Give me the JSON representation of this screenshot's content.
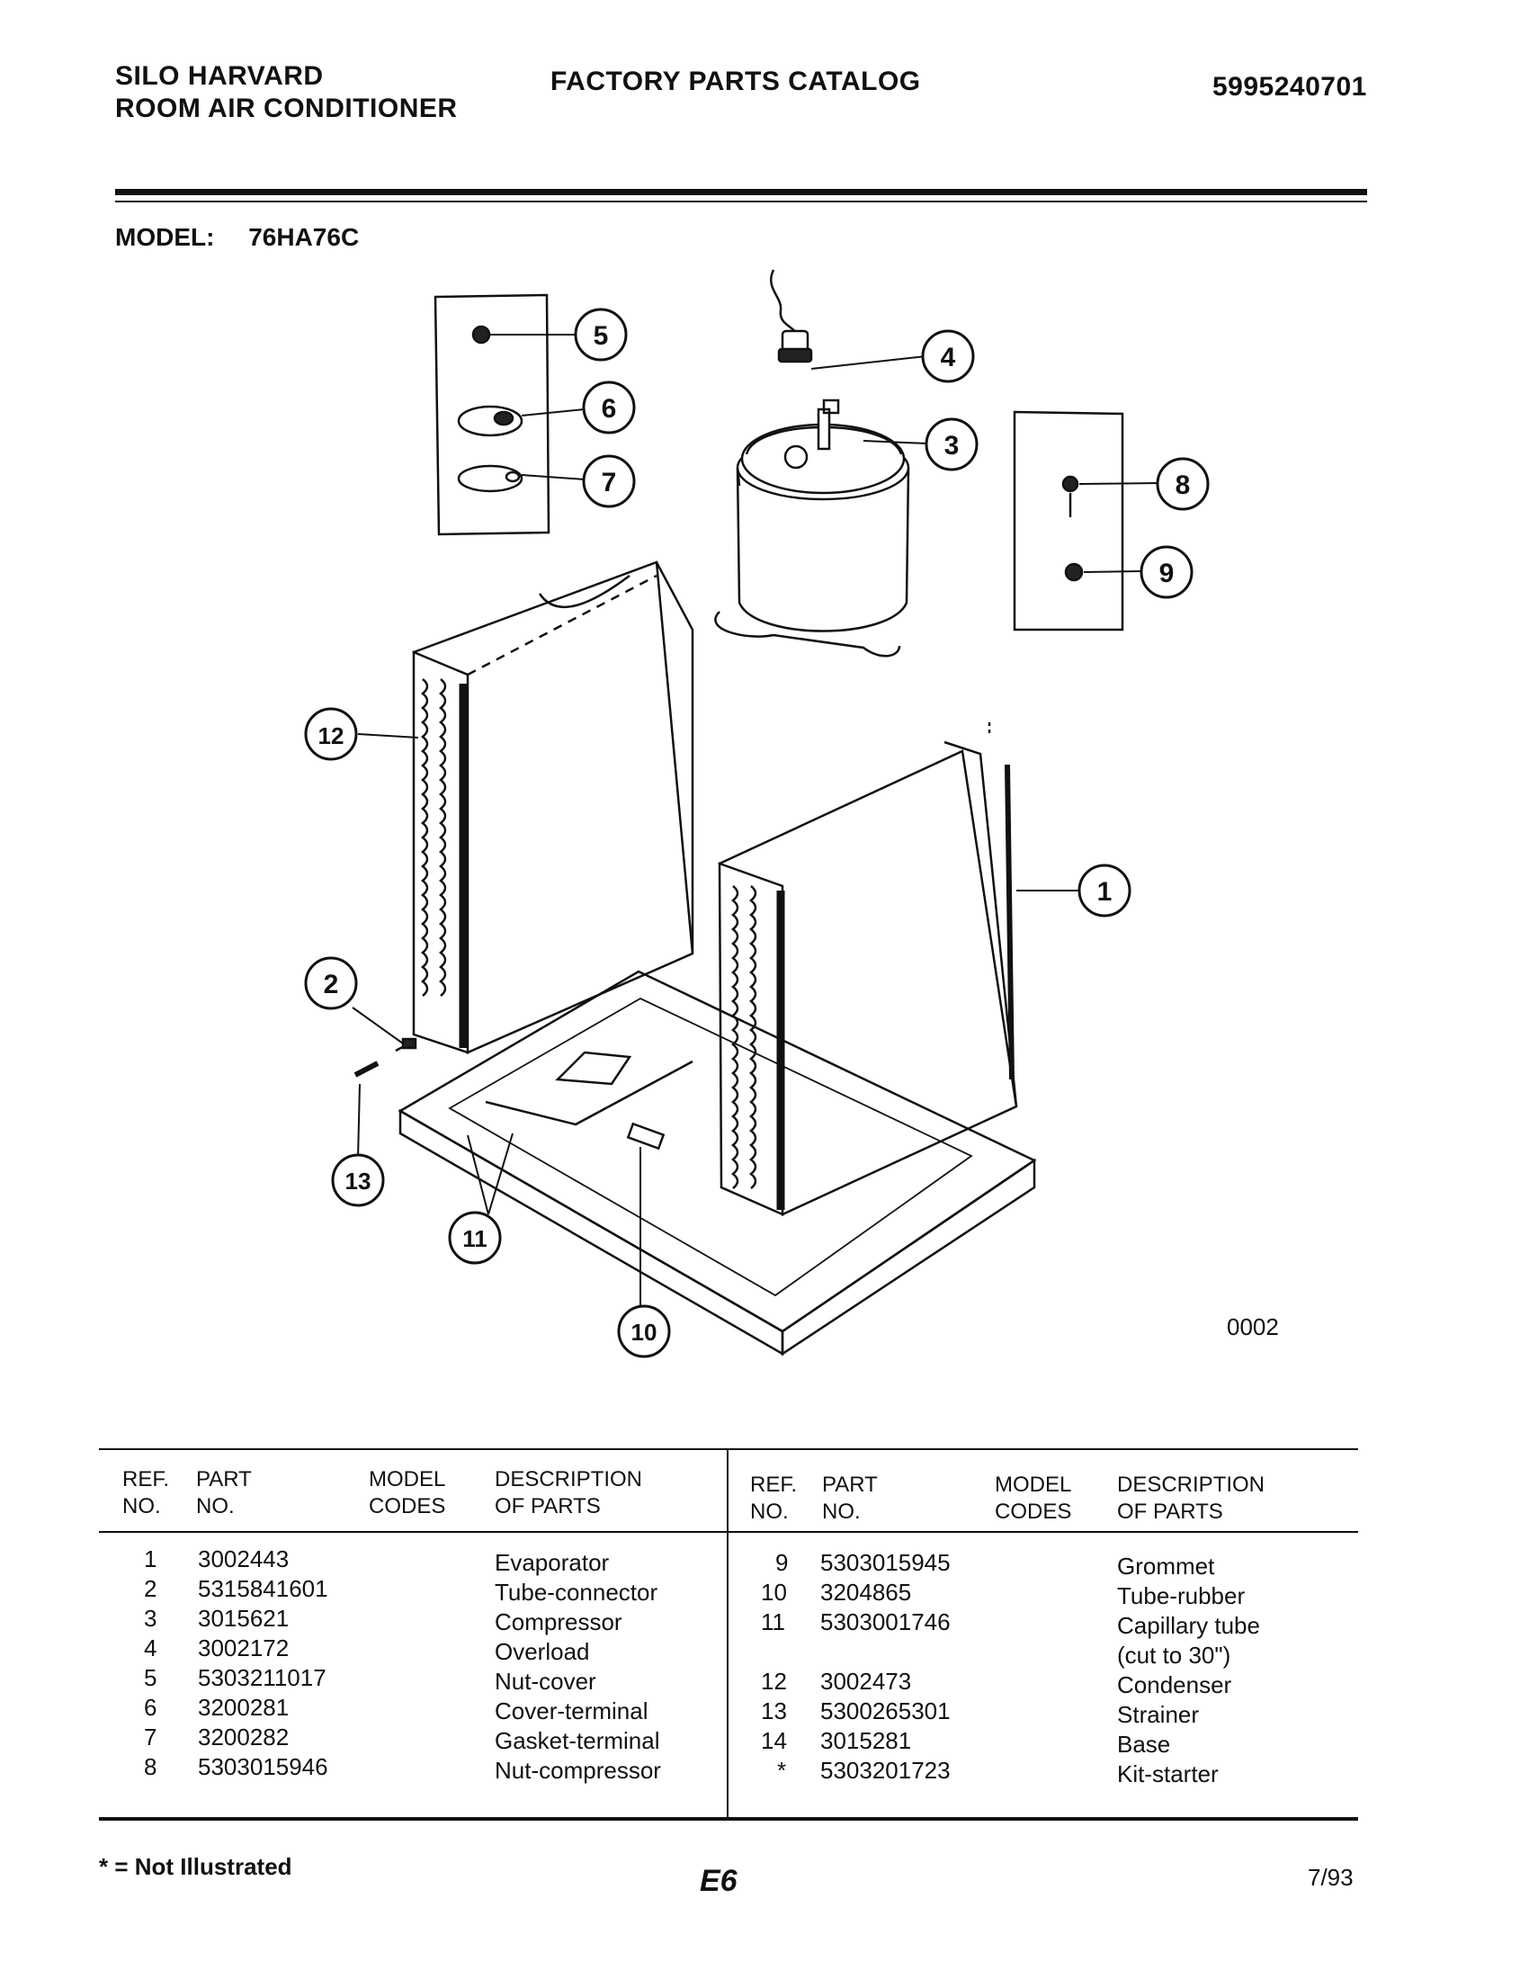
{
  "header": {
    "brand_line1": "SILO HARVARD",
    "brand_line2": "ROOM AIR CONDITIONER",
    "catalog_title": "FACTORY PARTS CATALOG",
    "document_number": "5995240701"
  },
  "model": {
    "label": "MODEL:",
    "value": "76HA76C"
  },
  "diagram": {
    "figure_number": "0002",
    "callouts": [
      "1",
      "2",
      "3",
      "4",
      "5",
      "6",
      "7",
      "8",
      "9",
      "10",
      "11",
      "12",
      "13"
    ]
  },
  "table": {
    "headers": {
      "ref_no": [
        "REF.",
        "NO."
      ],
      "part_no": [
        "PART",
        "NO."
      ],
      "model_codes": [
        "MODEL",
        "CODES"
      ],
      "description": [
        "DESCRIPTION",
        "OF PARTS"
      ]
    },
    "left_rows": [
      {
        "ref": "1",
        "part": "3002443",
        "desc": "Evaporator"
      },
      {
        "ref": "2",
        "part": "5315841601",
        "desc": "Tube-connector"
      },
      {
        "ref": "3",
        "part": "3015621",
        "desc": "Compressor"
      },
      {
        "ref": "4",
        "part": "3002172",
        "desc": "Overload"
      },
      {
        "ref": "5",
        "part": "5303211017",
        "desc": "Nut-cover"
      },
      {
        "ref": "6",
        "part": "3200281",
        "desc": "Cover-terminal"
      },
      {
        "ref": "7",
        "part": "3200282",
        "desc": "Gasket-terminal"
      },
      {
        "ref": "8",
        "part": "5303015946",
        "desc": "Nut-compressor"
      }
    ],
    "right_rows": [
      {
        "ref": "9",
        "part": "5303015945",
        "desc": "Grommet"
      },
      {
        "ref": "10",
        "part": "3204865",
        "desc": "Tube-rubber"
      },
      {
        "ref": "11",
        "part": "5303001746",
        "desc": "Capillary tube"
      },
      {
        "ref": "",
        "part": "",
        "desc": "(cut to 30\")"
      },
      {
        "ref": "12",
        "part": "3002473",
        "desc": "Condenser"
      },
      {
        "ref": "13",
        "part": "5300265301",
        "desc": "Strainer"
      },
      {
        "ref": "14",
        "part": "3015281",
        "desc": "Base"
      },
      {
        "ref": "*",
        "part": "5303201723",
        "desc": "Kit-starter"
      }
    ]
  },
  "footer": {
    "note": "* = Not Illustrated",
    "page": "E6",
    "date": "7/93"
  }
}
